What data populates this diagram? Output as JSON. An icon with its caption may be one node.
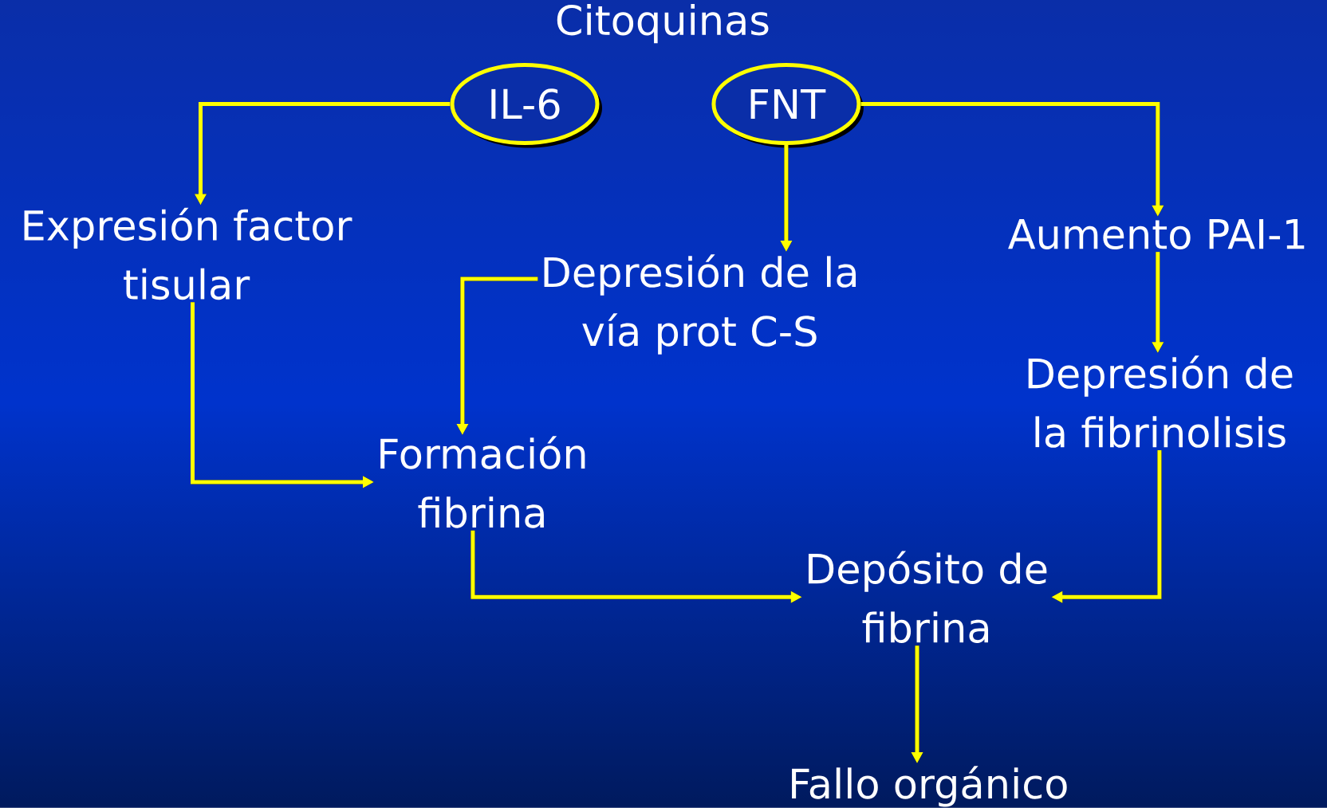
{
  "diagram": {
    "title": "Citoquinas",
    "nodes": [
      {
        "text": [
          "IL-6"
        ]
      },
      {
        "text": [
          "FNT"
        ]
      },
      {
        "text": [
          "Expresión factor tisular"
        ]
      },
      {
        "text": [
          "Depresión de la vía prot C-S"
        ]
      },
      {
        "text": [
          "Aumento PAI-1"
        ]
      },
      {
        "text": [
          "Formación fibrina"
        ]
      },
      {
        "text": [
          "Depresión de la fibrinolisis"
        ]
      },
      {
        "text": [
          "Depósito de fibrina"
        ]
      },
      {
        "text": [
          "Fallo orgánico"
        ]
      }
    ],
    "edges": [
      {
        "from": 0,
        "to": 2,
        "arrow": "to"
      },
      {
        "from": 1,
        "to": 3,
        "arrow": "to"
      },
      {
        "from": 1,
        "to": 4,
        "arrow": "to"
      },
      {
        "from": 2,
        "to": 5,
        "arrow": "to"
      },
      {
        "from": 3,
        "to": 5,
        "arrow": "to"
      },
      {
        "from": 4,
        "to": 6,
        "arrow": "to"
      },
      {
        "from": 5,
        "to": 7,
        "arrow": "to"
      },
      {
        "from": 6,
        "to": 7,
        "arrow": "to"
      },
      {
        "from": 7,
        "to": 8,
        "arrow": "to"
      }
    ]
  }
}
